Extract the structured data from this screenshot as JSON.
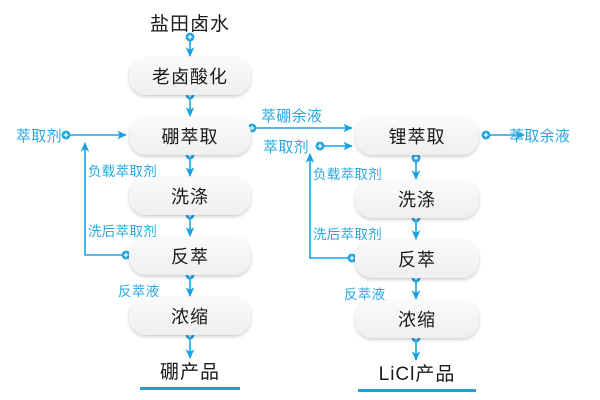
{
  "diagram": {
    "title_text": "盐田卤水",
    "accent_color": "#29a8e0",
    "node_fill": "#f4f4f4",
    "text_color": "#1a1a1a"
  },
  "inputs": {
    "brine": "盐田卤水",
    "extractant_left": "萃取剂",
    "extractant_right": "萃取剂"
  },
  "left_branch": {
    "steps": [
      {
        "key": "acidify",
        "label": "老卤酸化"
      },
      {
        "key": "boron_extraction",
        "label": "硼萃取"
      },
      {
        "key": "washing",
        "label": "洗涤"
      },
      {
        "key": "stripping",
        "label": "反萃"
      },
      {
        "key": "concentration",
        "label": "浓缩"
      }
    ],
    "product": "硼产品",
    "stream_labels": {
      "loaded_extractant": "负载萃取剂",
      "washed_extractant": "洗后萃取剂",
      "strip_liquor": "反萃液"
    }
  },
  "right_branch": {
    "steps": [
      {
        "key": "lithium_extraction",
        "label": "锂萃取"
      },
      {
        "key": "washing",
        "label": "洗涤"
      },
      {
        "key": "stripping",
        "label": "反萃"
      },
      {
        "key": "concentration",
        "label": "浓缩"
      }
    ],
    "product": "LiCl产品",
    "stream_labels": {
      "loaded_extractant": "负载萃取剂",
      "washed_extractant": "洗后萃取剂",
      "strip_liquor": "反萃液"
    }
  },
  "cross_streams": {
    "boron_raffinate": "萃硼余液",
    "extraction_raffinate": "萃取余液"
  }
}
